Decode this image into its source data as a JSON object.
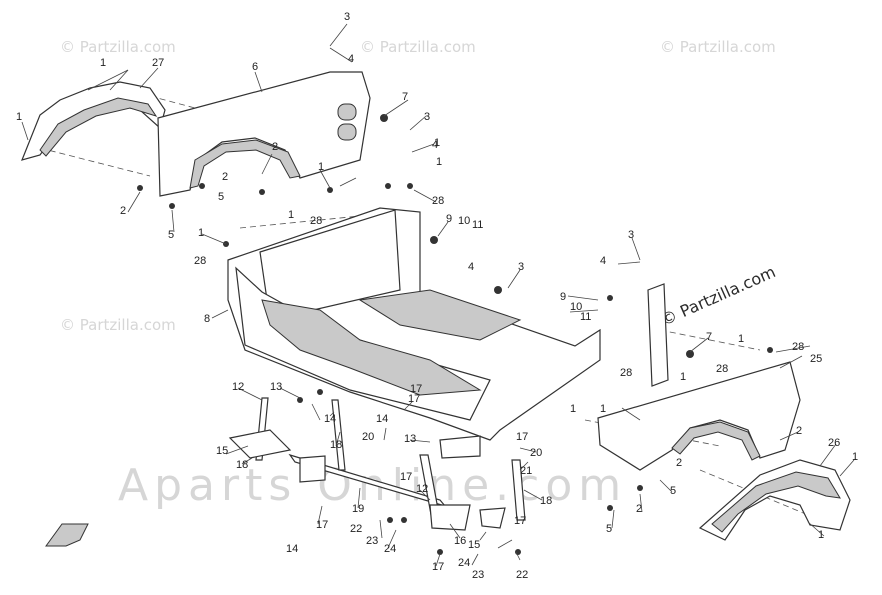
{
  "watermarks": {
    "partzilla_faint": "© Partzilla.com",
    "partzilla_brand": "© Partzilla.com",
    "center": "Aparts Online.com"
  },
  "callouts": {
    "c1a": "1",
    "c1b": "1",
    "c1c": "1",
    "c1d": "1",
    "c1e": "1",
    "c1f": "1",
    "c1g": "1",
    "c1h": "1",
    "c1i": "1",
    "c1j": "1",
    "c1k": "1",
    "c1l": "1",
    "c1m": "1",
    "c2a": "2",
    "c2b": "2",
    "c2c": "2",
    "c2d": "2",
    "c2e": "2",
    "c2f": "2",
    "c3a": "3",
    "c3b": "3",
    "c3c": "3",
    "c3d": "3",
    "c4a": "4",
    "c4b": "4",
    "c4c": "4",
    "c4d": "4",
    "c5a": "5",
    "c5b": "5",
    "c5c": "5",
    "c5d": "5",
    "c6": "6",
    "c7a": "7",
    "c7b": "7",
    "c8": "8",
    "c9a": "9",
    "c9b": "9",
    "c10a": "10",
    "c10b": "10",
    "c11a": "11",
    "c11b": "11",
    "c12a": "12",
    "c12b": "12",
    "c13a": "13",
    "c13b": "13",
    "c14a": "14",
    "c14b": "14",
    "c14c": "14",
    "c15a": "15",
    "c15b": "15",
    "c16": "16",
    "c17a": "17",
    "c17b": "17",
    "c17c": "17",
    "c17d": "17",
    "c17e": "17",
    "c17f": "17",
    "c17g": "17",
    "c18a": "18",
    "c18b": "18",
    "c18c": "18",
    "c19": "19",
    "c20a": "20",
    "c20b": "20",
    "c21": "21",
    "c22a": "22",
    "c22b": "22",
    "c23a": "23",
    "c23b": "23",
    "c24a": "24",
    "c24b": "24",
    "c25": "25",
    "c26": "26",
    "c27": "27",
    "c28a": "28",
    "c28b": "28",
    "c28c": "28",
    "c28d": "28",
    "c28e": "28",
    "c28f": "28"
  }
}
